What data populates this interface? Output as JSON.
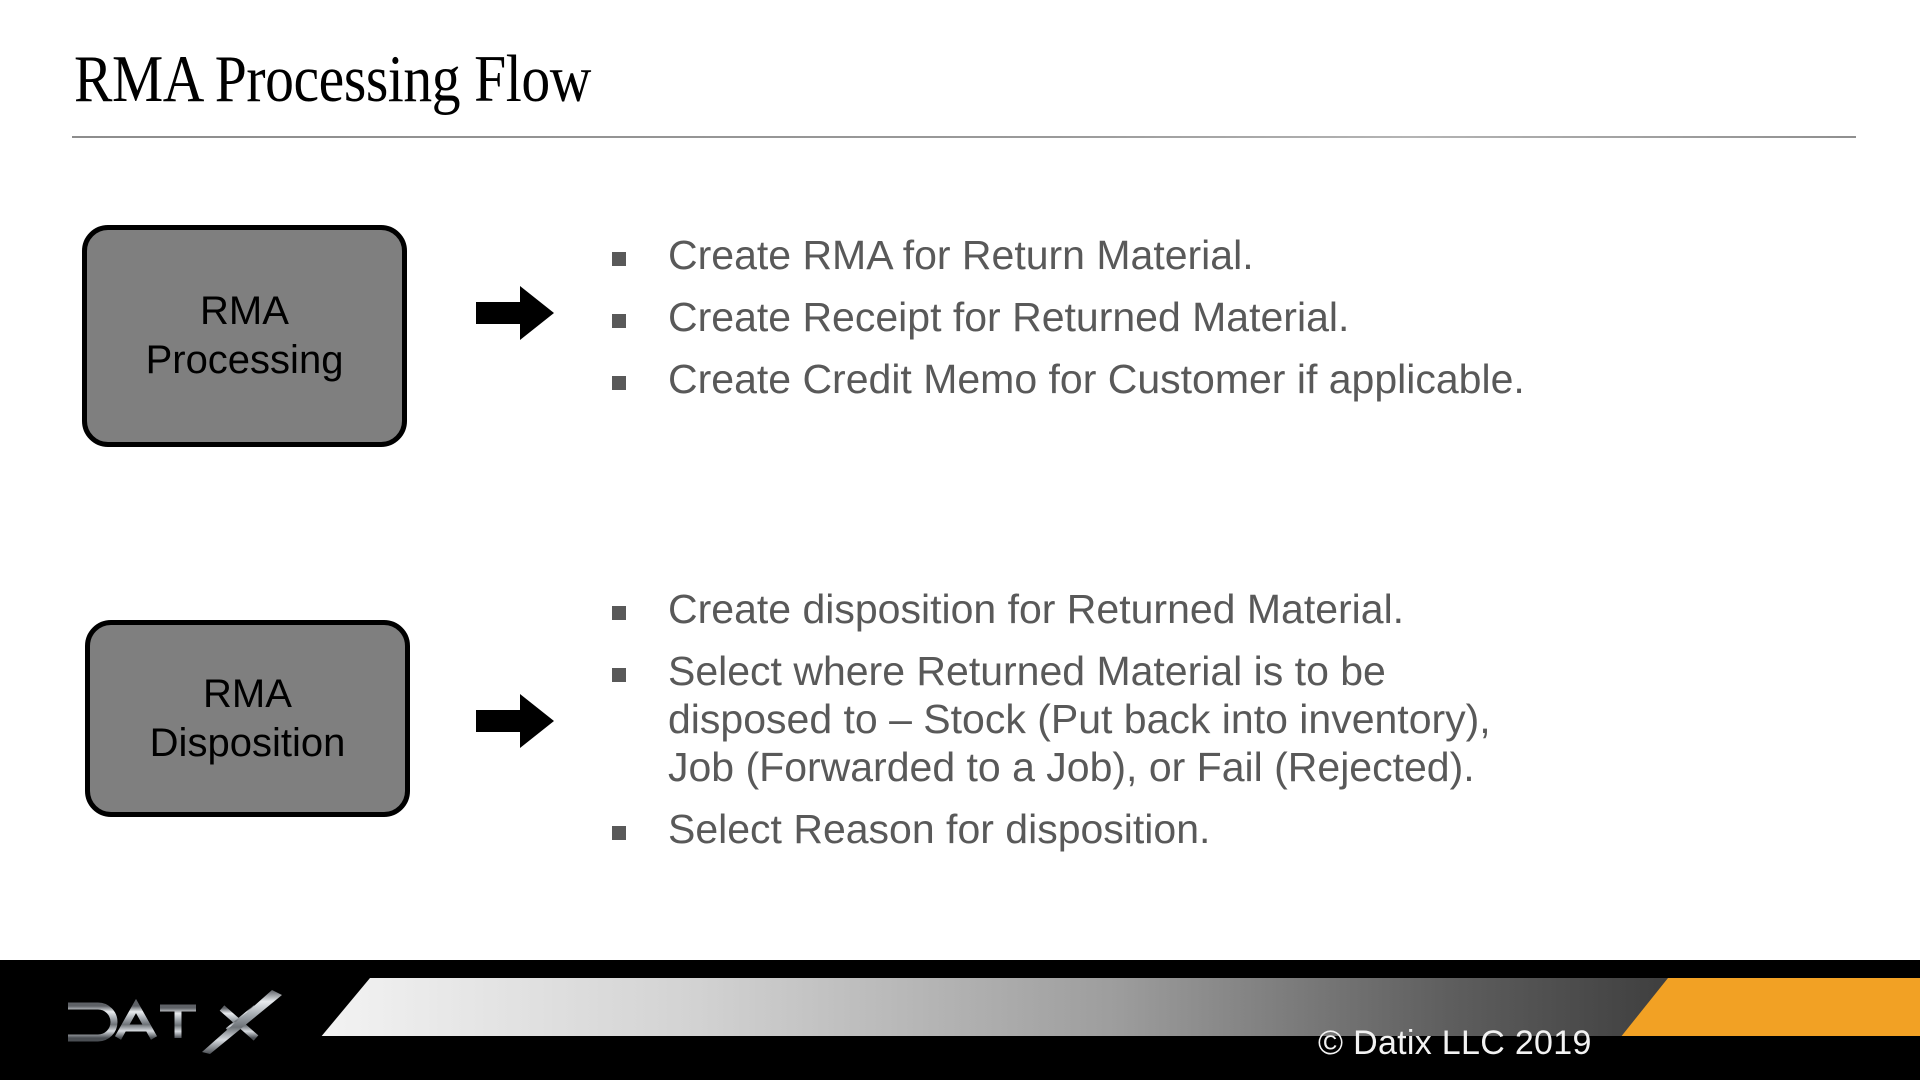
{
  "slide": {
    "title": "RMA Processing Flow",
    "background_color": "#ffffff"
  },
  "flow": {
    "steps": [
      {
        "box": {
          "line1": "RMA",
          "line2": "Processing",
          "fill_color": "#7f7f7f",
          "border_color": "#000000"
        },
        "arrow": "right-arrow-icon",
        "bullets": [
          "Create RMA for Return Material.",
          "Create Receipt for Returned Material.",
          "Create Credit Memo for Customer if applicable."
        ]
      },
      {
        "box": {
          "line1": "RMA",
          "line2": "Disposition",
          "fill_color": "#7f7f7f",
          "border_color": "#000000"
        },
        "arrow": "right-arrow-icon",
        "bullets": [
          "Create disposition for Returned Material.",
          "Select where Returned Material is to be\ndisposed to – Stock (Put back into inventory),\nJob (Forwarded to a Job), or Fail (Rejected).",
          "Select Reason for disposition."
        ]
      }
    ]
  },
  "footer": {
    "logo_text": "DATIX",
    "copyright": "© Datix LLC 2019",
    "accent_color": "#f2a124",
    "band_dark": "#000000",
    "band_gray_light": "#f0f0f0",
    "band_gray_dark": "#4a4a4a"
  }
}
